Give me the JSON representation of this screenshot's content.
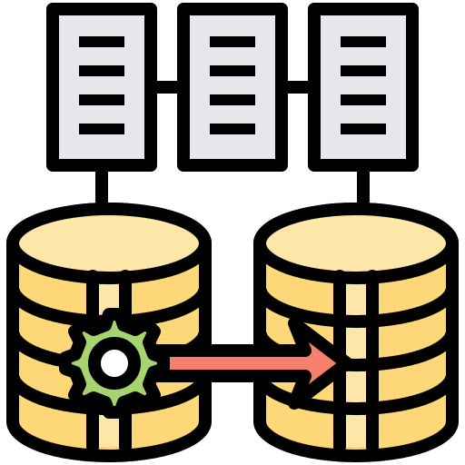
{
  "icon": {
    "name": "data-migration-icon",
    "colors": {
      "background": "#ffffff",
      "outline": "#000000",
      "server_fill": "#e6e7eb",
      "database_top": "#fde7a8",
      "database_body": "#fdd778",
      "database_highlight": "#fde7a8",
      "gear": "#a7d46f",
      "arrow": "#f6806b"
    },
    "parts": {
      "servers": [
        "server-left",
        "server-middle",
        "server-right"
      ],
      "databases": [
        "database-source",
        "database-target"
      ],
      "symbols": [
        "gear-icon",
        "transfer-arrow-icon"
      ]
    }
  }
}
